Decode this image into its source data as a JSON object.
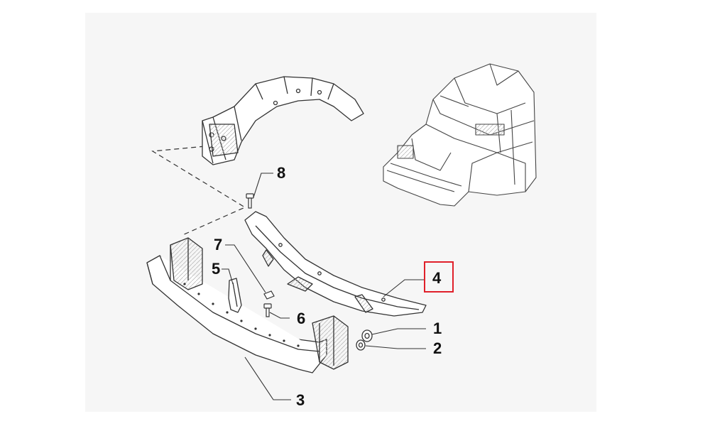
{
  "diagram": {
    "highlight_color": "#e0202a",
    "line_color": "#333333",
    "callouts": {
      "c1": "1",
      "c2": "2",
      "c3": "3",
      "c4": "4",
      "c5": "5",
      "c6": "6",
      "c7": "7",
      "c8": "8"
    },
    "highlighted_callout": "4"
  }
}
